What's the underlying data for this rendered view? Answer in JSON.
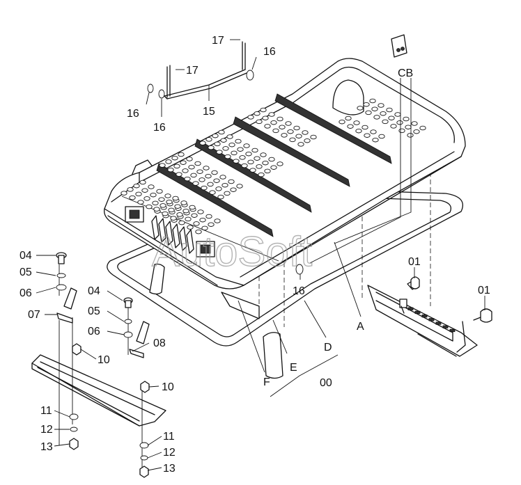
{
  "watermark": "AutoSoft",
  "labels": {
    "p17a": "17",
    "p17b": "17",
    "p16a": "16",
    "p16b": "16",
    "p16c": "16",
    "p16d": "16",
    "p15": "15",
    "cb": "CB",
    "a": "A",
    "d": "D",
    "e": "E",
    "f": "F",
    "p00": "00",
    "p01a": "01",
    "p01b": "01",
    "p04a": "04",
    "p05a": "05",
    "p06a": "06",
    "p07": "07",
    "p04b": "04",
    "p05b": "05",
    "p06b": "06",
    "p08": "08",
    "p10a": "10",
    "p10b": "10",
    "p11a": "11",
    "p12a": "12",
    "p13a": "13",
    "p11b": "11",
    "p12b": "12",
    "p13b": "13"
  },
  "colors": {
    "line": "#111111",
    "background": "#ffffff",
    "watermark": "#9a9a9a"
  }
}
